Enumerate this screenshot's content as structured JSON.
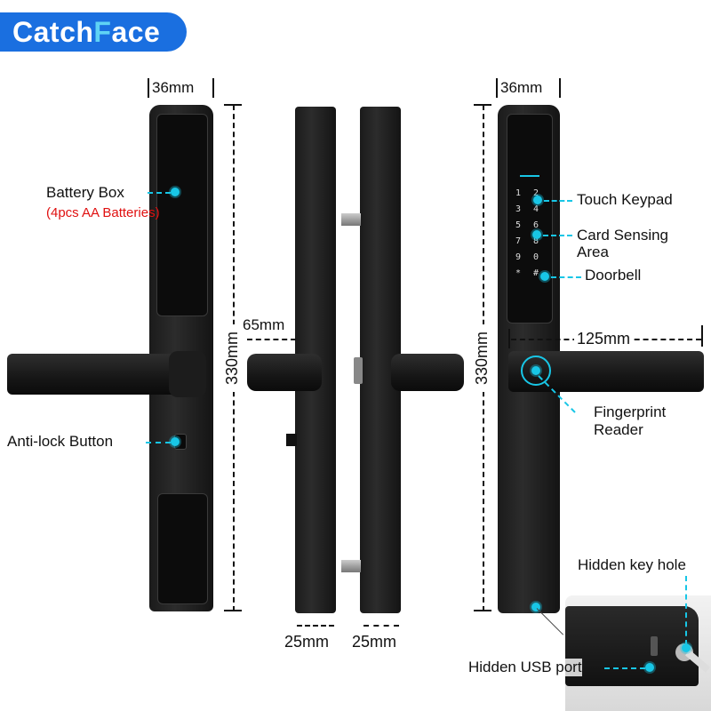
{
  "brand": {
    "part1": "Catch",
    "part2": "F",
    "part3": "ace"
  },
  "dimensions": {
    "width_left": "36mm",
    "width_right": "36mm",
    "height_left": "330mm",
    "height_right": "330mm",
    "thickness": "65mm",
    "side_a": "25mm",
    "side_b": "25mm",
    "handle_length": "125mm"
  },
  "labels": {
    "battery_box": "Battery Box",
    "battery_note": "(4pcs AA Batteries)",
    "anti_lock": "Anti-lock Button",
    "touch_keypad": "Touch Keypad",
    "card_sensing": "Card Sensing",
    "card_sensing_2": "Area",
    "doorbell": "Doorbell",
    "fingerprint": "Fingerprint",
    "fingerprint_2": "Reader",
    "hidden_key": "Hidden key hole",
    "hidden_usb": "Hidden USB port"
  },
  "keypad": {
    "rows": [
      [
        "1",
        "2"
      ],
      [
        "3",
        "4"
      ],
      [
        "5",
        "6"
      ],
      [
        "7",
        "8"
      ],
      [
        "9",
        "0"
      ],
      [
        "*",
        "#"
      ]
    ]
  },
  "colors": {
    "brand": "#1a6fe0",
    "accent": "#18c6e6",
    "note": "#e01010"
  }
}
